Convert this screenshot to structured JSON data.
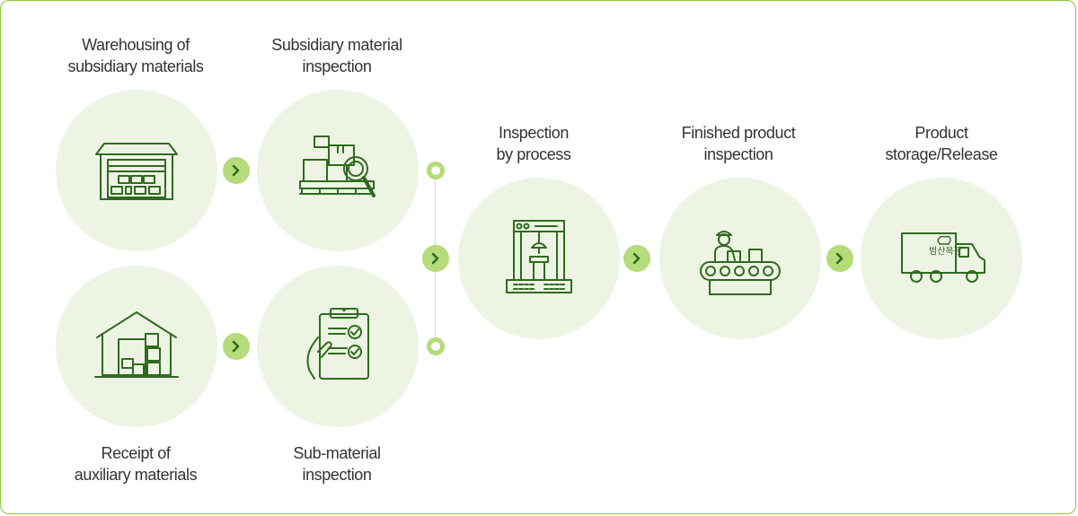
{
  "labels": {
    "warehousing": [
      "Warehousing of",
      "subsidiary materials"
    ],
    "subsidiary_inspection": [
      "Subsidiary material",
      "inspection"
    ],
    "receipt": [
      "Receipt of",
      "auxiliary materials"
    ],
    "sub_material_inspection": [
      "Sub-material",
      "inspection"
    ],
    "inspection_by_process": [
      "Inspection",
      "by process"
    ],
    "finished_inspection": [
      "Finished product",
      "inspection"
    ],
    "storage_release": [
      "Product",
      "storage/Release"
    ]
  },
  "truck_logo_text": "범산목장",
  "icons": {
    "warehousing": "warehouse-icon",
    "subsidiary_inspection": "boxes-magnifier-icon",
    "receipt": "house-boxes-icon",
    "sub_material_inspection": "clipboard-check-icon",
    "inspection_by_process": "press-machine-icon",
    "finished_inspection": "conveyor-worker-icon",
    "storage_release": "delivery-truck-icon"
  },
  "colors": {
    "border": "#8cc63f",
    "circle_bg": "#eef4e4",
    "arrow_bg": "#b5db7a",
    "icon_stroke": "#2e6b1f",
    "text": "#333333"
  }
}
